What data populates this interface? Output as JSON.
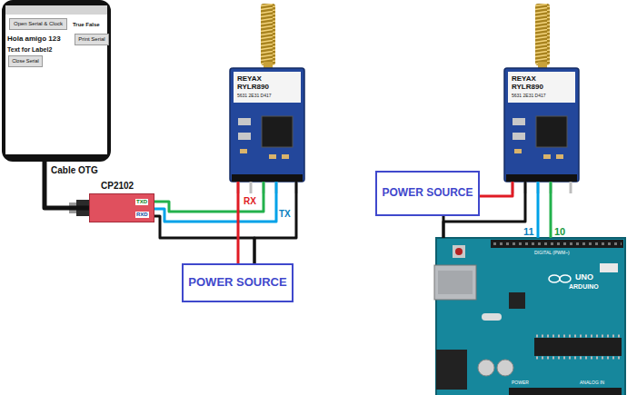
{
  "diagram": {
    "nodes": [
      {
        "text": [
          "True False",
          "Hola amigo 123",
          "Text for Label2"
        ]
      },
      {
        "text": [
          "Open Serial & Clock"
        ],
        "in": 0
      },
      {
        "text": [
          "Print Serial"
        ],
        "in": 0
      },
      {
        "text": [
          "Close Serial"
        ],
        "in": 0
      },
      {
        "text": [
          "CP2102",
          "TXD",
          "RXD"
        ]
      },
      {
        "text": [
          "REYAX RYLR890",
          "5631 2E31 D417"
        ]
      },
      {
        "text": [
          "POWER SOURCE"
        ]
      },
      {
        "text": [
          "POWER SOURCE"
        ]
      },
      {
        "text": [
          "REYAX RYLR890",
          "5631 2E31 D417"
        ]
      },
      {
        "text": [
          "DIGITAL (PWM~)",
          "UNO",
          "ARDUINO",
          "POWER",
          "ANALOG IN"
        ]
      }
    ],
    "edges": [
      {
        "from": 0,
        "to": 4,
        "arrow": "none",
        "label": "Cable OTG"
      },
      {
        "from": 4,
        "to": 5,
        "arrow": "none"
      },
      {
        "from": 4,
        "to": 5,
        "arrow": "none"
      },
      {
        "from": 4,
        "to": 6,
        "arrow": "none"
      },
      {
        "from": 5,
        "to": 6,
        "arrow": "none"
      },
      {
        "from": 5,
        "to": 6,
        "arrow": "none"
      },
      {
        "from": 7,
        "to": 8,
        "arrow": "none"
      },
      {
        "from": 8,
        "to": 9,
        "arrow": "none"
      },
      {
        "from": 7,
        "to": 9,
        "arrow": "none"
      },
      {
        "from": 8,
        "to": 9,
        "arrow": "none"
      },
      {
        "from": 8,
        "to": 9,
        "arrow": "none"
      }
    ],
    "labels": [
      "RX",
      "TX",
      "11",
      "10"
    ]
  }
}
